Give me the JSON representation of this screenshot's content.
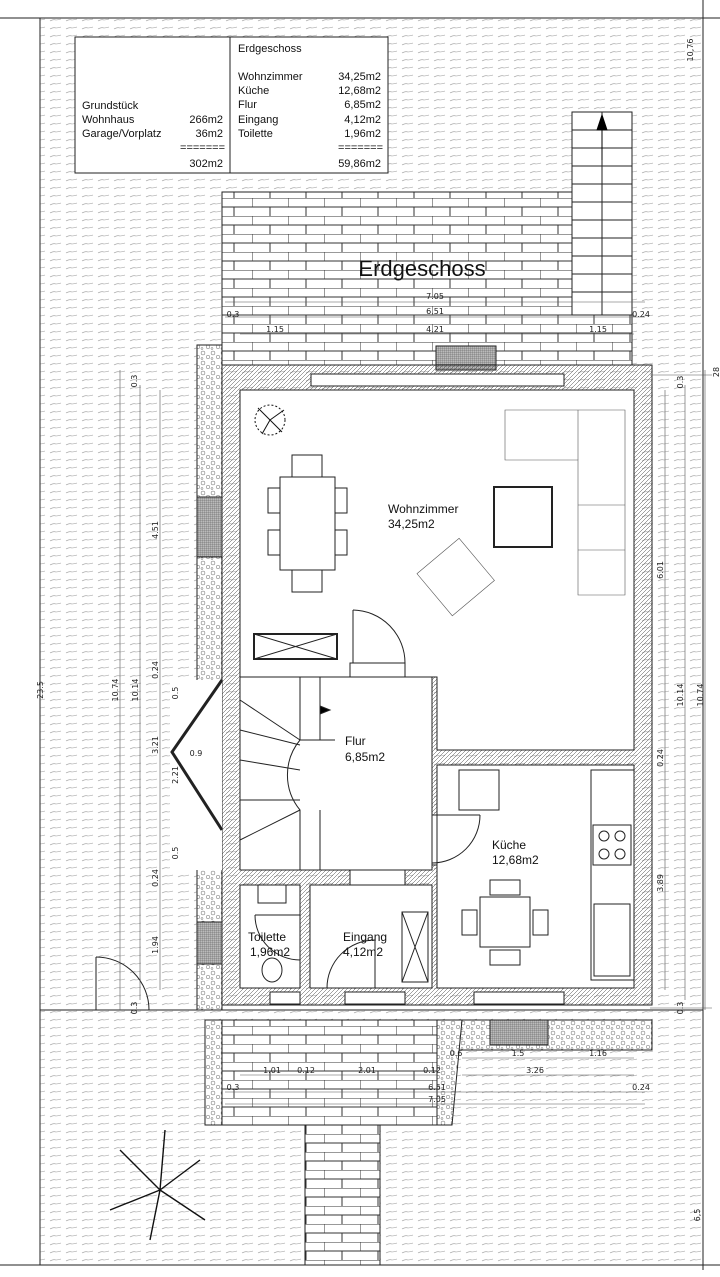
{
  "plan_title": "Erdgeschoss",
  "summary_table": {
    "left": {
      "heading": "Grundstück",
      "rows": [
        {
          "label": "Wohnhaus",
          "value": "266m2"
        },
        {
          "label": "Garage/Vorplatz",
          "value": "36m2"
        }
      ],
      "separator": "=======",
      "total": "302m2"
    },
    "right": {
      "heading": "Erdgeschoss",
      "rows": [
        {
          "label": "Wohnzimmer",
          "value": "34,25m2"
        },
        {
          "label": "Küche",
          "value": "12,68m2"
        },
        {
          "label": "Flur",
          "value": "6,85m2"
        },
        {
          "label": "Eingang",
          "value": "4,12m2"
        },
        {
          "label": "Toilette",
          "value": "1,96m2"
        }
      ],
      "separator": "=======",
      "total": "59,86m2"
    }
  },
  "rooms": [
    {
      "name": "Wohnzimmer",
      "area": "34,25m2"
    },
    {
      "name": "Flur",
      "area": "6,85m2"
    },
    {
      "name": "Küche",
      "area": "12,68m2"
    },
    {
      "name": "Toilette",
      "area": "1,96m2"
    },
    {
      "name": "Eingang",
      "area": "4,12m2"
    }
  ],
  "dimensions": {
    "top": [
      "7.05",
      "6.51",
      "0.3",
      "0.24",
      "1.15",
      "4.21",
      "1.15"
    ],
    "left": [
      "0.3",
      "4.51",
      "0.24",
      "10.74",
      "10.14",
      "0.5",
      "3.21",
      "2.21",
      "0.9",
      "0.5",
      "0.24",
      "1.94",
      "0.3",
      "23.5"
    ],
    "right": [
      "0.3",
      "6.01",
      "10.14",
      "10.74",
      "0.24",
      "3.89",
      "0.3",
      "28",
      "10,76",
      "6,5"
    ],
    "bottom": [
      "0.6",
      "1.5",
      "1.16",
      "1.01",
      "0.12",
      "2.01",
      "0.12",
      "3.26",
      "0.3",
      "6.51",
      "0.24",
      "7.05"
    ]
  },
  "colors": {
    "line": "#222222",
    "background": "#ffffff",
    "window_grid": "#555555"
  }
}
